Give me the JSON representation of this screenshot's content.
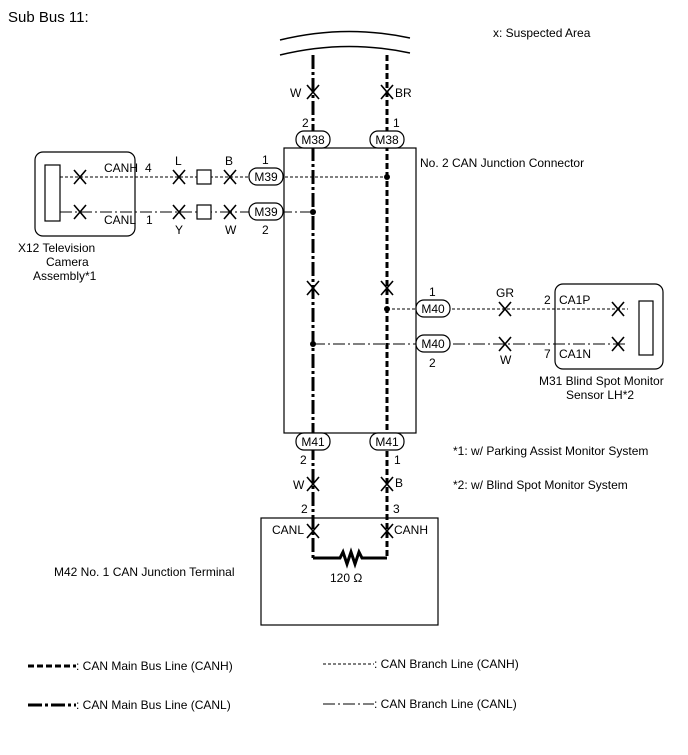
{
  "title": "Sub Bus 11:",
  "legend_suspected": "x: Suspected Area",
  "junction_connector": {
    "label": "No. 2 CAN Junction Connector",
    "connectors": {
      "m38": "M38",
      "m39": "M39",
      "m40": "M40",
      "m41": "M41"
    }
  },
  "pins": {
    "m38_left": "2",
    "m38_right": "1",
    "m39_top": "1",
    "m39_bottom": "2",
    "m40_top": "1",
    "m40_bottom": "2",
    "m41_left": "2",
    "m41_right": "1",
    "x12_top": "4",
    "x12_bottom": "1",
    "m31_top": "2",
    "m31_bottom": "7",
    "m42_left": "2",
    "m42_right": "3"
  },
  "wire_colors": {
    "main_top_left": "W",
    "main_top_right": "BR",
    "x12_canh_1": "L",
    "x12_canh_2": "B",
    "x12_canl_1": "Y",
    "x12_canl_2": "W",
    "m31_canh": "GR",
    "m31_canl": "W",
    "main_bottom_left": "W",
    "main_bottom_right": "B"
  },
  "x12": {
    "canh": "CANH",
    "canl": "CANL",
    "name_line1": "X12 Television",
    "name_line2": "Camera",
    "name_line3": "Assembly*1"
  },
  "m31": {
    "canh": "CA1P",
    "canl": "CA1N",
    "name_line1": "M31 Blind Spot Monitor",
    "name_line2": "Sensor LH*2"
  },
  "m42": {
    "name": "M42  No. 1 CAN Junction Terminal",
    "canl": "CANL",
    "canh": "CANH",
    "resistor": "120 Ω"
  },
  "notes": {
    "note1": "*1: w/ Parking Assist Monitor System",
    "note2": "*2: w/ Blind Spot Monitor System"
  },
  "legend": {
    "main_canh": ": CAN Main Bus Line (CANH)",
    "main_canl": ": CAN Main Bus Line (CANL)",
    "branch_canh": ": CAN Branch Line (CANH)",
    "branch_canl": ": CAN Branch Line (CANL)"
  }
}
